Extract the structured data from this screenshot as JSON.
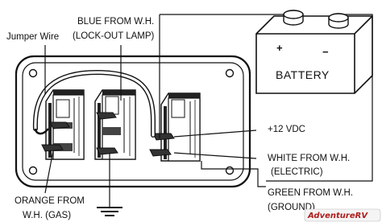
{
  "labels": {
    "jumper_wire": "Jumper Wire",
    "blue_line1": "BLUE FROM W.H.",
    "blue_line2": "(LOCK-OUT LAMP)",
    "battery": "BATTERY",
    "battery_plus": "+",
    "battery_minus": "−",
    "plus12": "+12 VDC",
    "white_line1": "WHITE FROM W.H.",
    "white_line2": "(ELECTRIC)",
    "orange_line1": "ORANGE FROM",
    "orange_line2": "W.H. (GAS)",
    "green_line1": "GREEN FROM W.H.",
    "green_line2": "(GROUND)"
  },
  "watermark": {
    "text": "AdventureRV",
    "color": "#b01c1c",
    "accent": "#1a1a1a"
  },
  "colors": {
    "line": "#111111",
    "switch_fill": "#ffffff",
    "switch_shadow": "#2a2a2a",
    "terminal": "#3a3a3a"
  }
}
